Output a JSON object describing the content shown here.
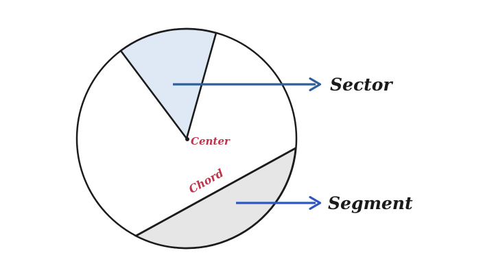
{
  "diagram": {
    "description": "Circle diagram illustrating a sector and a segment",
    "labels": {
      "sector": "Sector",
      "segment": "Segment",
      "center": "Center",
      "chord": "Chord"
    }
  },
  "colors": {
    "background": "#ffffff",
    "outline": "#1c1c1c",
    "circle_fill": "#ffffff",
    "sector_fill": "#dfe9f6",
    "segment_fill": "#e6e6e6",
    "sector_arrow": "#2c5f9d",
    "segment_arrow": "#2e57c4",
    "label_dark": "#1b1b1b",
    "label_red": "#c1334b",
    "center_dot": "#1c1c1c"
  }
}
